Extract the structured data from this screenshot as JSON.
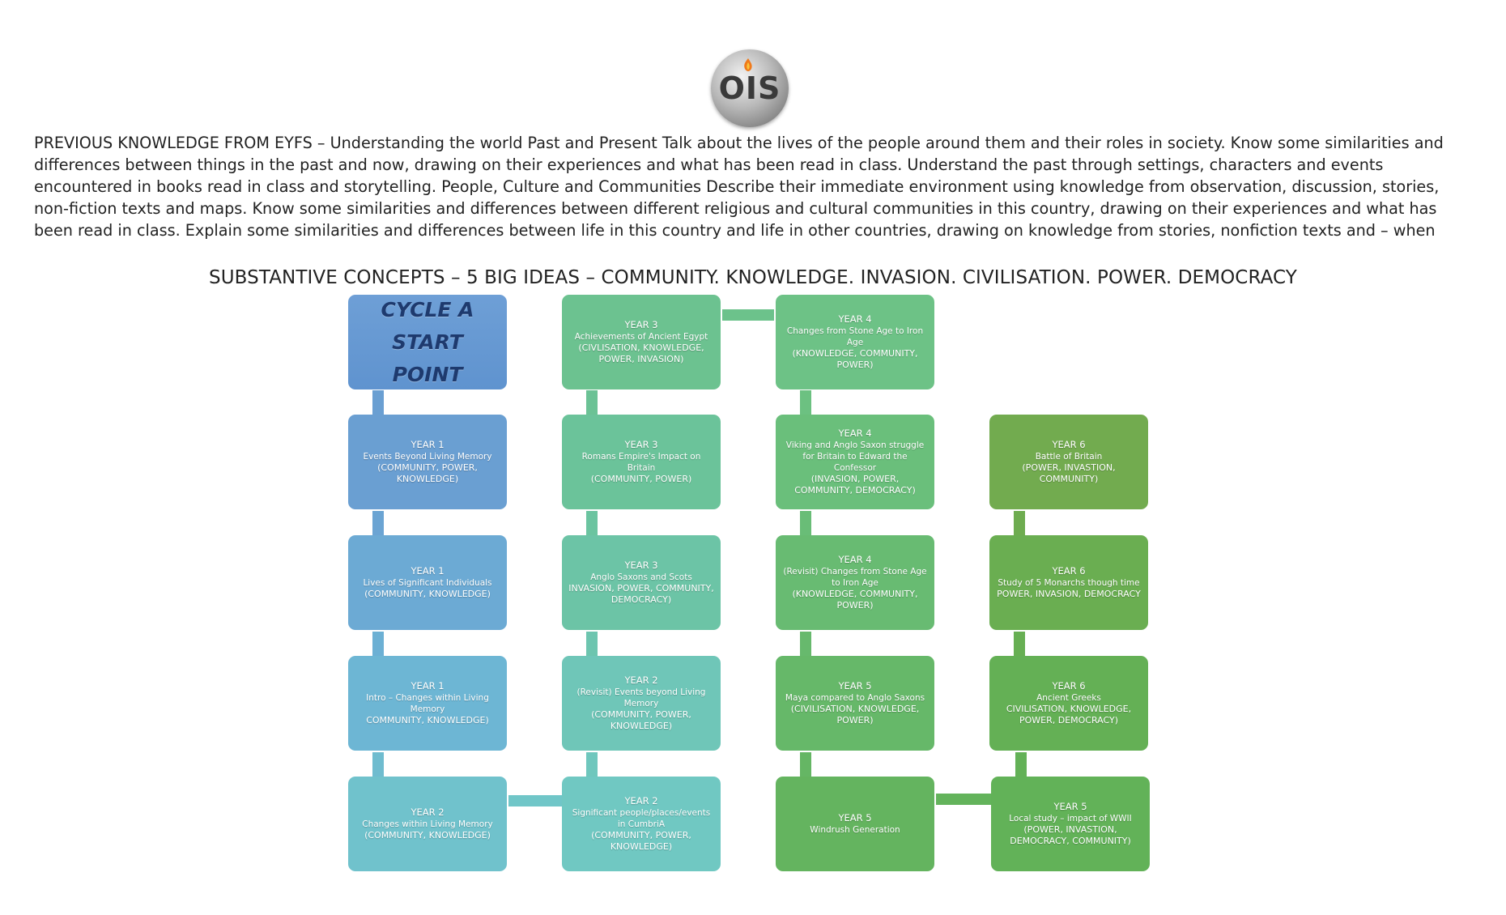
{
  "logo": {
    "text": "OIS"
  },
  "intro_text": "PREVIOUS KNOWLEDGE FROM EYFS – Understanding the world Past and Present Talk about the lives of the people around them and their roles in society. Know some similarities and differences between things in the past and now, drawing on their experiences and what has been read in class. Understand the past through settings, characters and events encountered in books read in class and storytelling. People, Culture and Communities Describe their immediate environment using knowledge from observation, discussion, stories, non-fiction texts and maps. Know some similarities and differences between different religious and cultural communities in this country, drawing on their experiences and what has been read in class. Explain some similarities and differences between life in this country and life in other countries, drawing on knowledge from stories, nonfiction texts and – when",
  "concepts_heading": "SUBSTANTIVE CONCEPTS – 5 BIG IDEAS – COMMUNITY.  KNOWLEDGE.  INVASION.  CIVILISATION.  POWER.  DEMOCRACY",
  "start": {
    "line1": "CYCLE A",
    "line2": "START POINT"
  },
  "nodes": [
    {
      "year": "YEAR 1",
      "title": "Events Beyond Living Memory",
      "concepts": "(COMMUNITY, POWER, KNOWLEDGE)",
      "color": "#6a9fd2"
    },
    {
      "year": "YEAR 1",
      "title": "Lives of Significant Individuals",
      "concepts": "(COMMUNITY, KNOWLEDGE)",
      "color": "#6caad4"
    },
    {
      "year": "YEAR 1",
      "title": "Intro – Changes within Living Memory",
      "concepts": "COMMUNITY, KNOWLEDGE)",
      "color": "#6db6d4"
    },
    {
      "year": "YEAR 2",
      "title": "Changes within Living Memory",
      "concepts": "(COMMUNITY, KNOWLEDGE)",
      "color": "#70c2cc"
    },
    {
      "year": "YEAR 2",
      "title": "Significant people/places/events in CumbriA",
      "concepts": "(COMMUNITY, POWER, KNOWLEDGE)",
      "color": "#70c8c2"
    },
    {
      "year": "YEAR 2",
      "title": "(Revisit) Events beyond Living Memory",
      "concepts": "(COMMUNITY, POWER, KNOWLEDGE)",
      "color": "#6fc6b8"
    },
    {
      "year": "YEAR 3",
      "title": "Anglo Saxons and Scots",
      "concepts": "INVASION, POWER, COMMUNITY, DEMOCRACY)",
      "color": "#6cc4a6"
    },
    {
      "year": "YEAR 3",
      "title": "Romans Empire's Impact on Britain",
      "concepts": "(COMMUNITY, POWER)",
      "color": "#6bc39a"
    },
    {
      "year": "YEAR 3",
      "title": "Achievements of Ancient Egypt",
      "concepts": "(CIVLISATION, KNOWLEDGE, POWER, INVASION)",
      "color": "#6cc290"
    },
    {
      "year": "YEAR 4",
      "title": "Changes from Stone Age to Iron Age",
      "concepts": "(KNOWLEDGE, COMMUNITY, POWER)",
      "color": "#6dc286"
    },
    {
      "year": "YEAR 4",
      "title": "Viking and Anglo Saxon struggle for Britain to Edward the Confessor",
      "concepts": "(INVASION, POWER, COMMUNITY, DEMOCRACY)",
      "color": "#6abf7b"
    },
    {
      "year": "YEAR 4",
      "title": "(Revisit) Changes from Stone Age to Iron Age",
      "concepts": "(KNOWLEDGE, COMMUNITY, POWER)",
      "color": "#68bb72"
    },
    {
      "year": "YEAR 5",
      "title": "Maya compared to Anglo Saxons",
      "concepts": "(CIVILISATION, KNOWLEDGE, POWER)",
      "color": "#66b869"
    },
    {
      "year": "YEAR 5",
      "title": "Windrush Generation",
      "concepts": "",
      "color": "#64b45f"
    },
    {
      "year": "YEAR 5",
      "title": "Local study – impact of WWII",
      "concepts": "(POWER, INVASTION, DEMOCRACY, COMMUNITY)",
      "color": "#62b258"
    },
    {
      "year": "YEAR 6",
      "title": "Ancient Greeks",
      "concepts": "CIVILISATION, KNOWLEDGE, POWER, DEMOCRACY)",
      "color": "#64b055"
    },
    {
      "year": "YEAR 6",
      "title": "Study of 5 Monarchs though time",
      "concepts": "POWER, INVASION, DEMOCRACY",
      "color": "#6aae51"
    },
    {
      "year": "YEAR 6",
      "title": "Battle of Britain",
      "concepts": "(POWER, INVASTION, COMMUNITY)",
      "color": "#72ab4f"
    }
  ]
}
